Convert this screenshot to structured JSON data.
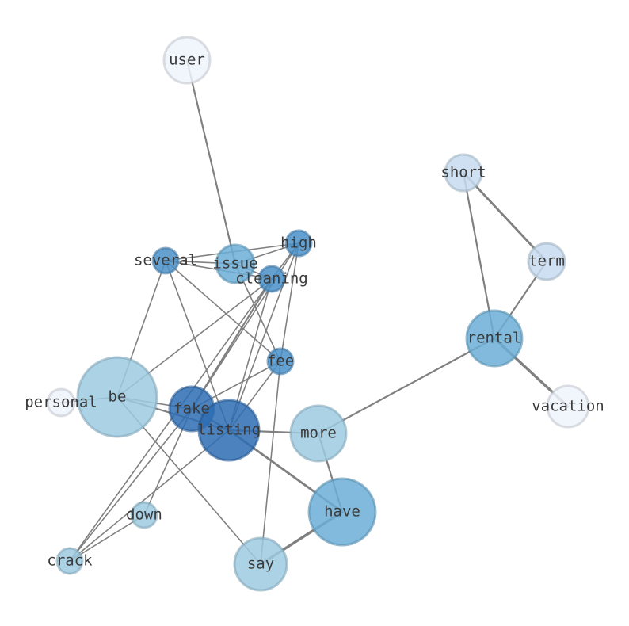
{
  "graph": {
    "nodes": [
      {
        "id": "user",
        "label": "user",
        "level": 0
      },
      {
        "id": "short",
        "label": "short",
        "level": 1
      },
      {
        "id": "term",
        "label": "term",
        "level": 1
      },
      {
        "id": "high",
        "label": "high",
        "level": 4
      },
      {
        "id": "several",
        "label": "several",
        "level": 4
      },
      {
        "id": "issue",
        "label": "issue",
        "level": 3
      },
      {
        "id": "cleaning",
        "label": "cleaning",
        "level": 4
      },
      {
        "id": "rental",
        "label": "rental",
        "level": 3
      },
      {
        "id": "fee",
        "label": "fee",
        "level": 4
      },
      {
        "id": "vacation",
        "label": "vacation",
        "level": 0
      },
      {
        "id": "personal",
        "label": "personal",
        "level": 0
      },
      {
        "id": "be",
        "label": "be",
        "level": 2
      },
      {
        "id": "fake",
        "label": "fake",
        "level": 5
      },
      {
        "id": "listing",
        "label": "listing",
        "level": 5
      },
      {
        "id": "more",
        "label": "more",
        "level": 2
      },
      {
        "id": "have",
        "label": "have",
        "level": 3
      },
      {
        "id": "down",
        "label": "down",
        "level": 2
      },
      {
        "id": "crack",
        "label": "crack",
        "level": 2
      },
      {
        "id": "say",
        "label": "say",
        "level": 2
      }
    ],
    "edges": [
      {
        "source": "user",
        "target": "issue",
        "weight": 2
      },
      {
        "source": "short",
        "target": "term",
        "weight": 3
      },
      {
        "source": "short",
        "target": "rental",
        "weight": 2
      },
      {
        "source": "term",
        "target": "rental",
        "weight": 2
      },
      {
        "source": "rental",
        "target": "vacation",
        "weight": 4
      },
      {
        "source": "rental",
        "target": "more",
        "weight": 2
      },
      {
        "source": "several",
        "target": "issue",
        "weight": 1
      },
      {
        "source": "several",
        "target": "high",
        "weight": 1
      },
      {
        "source": "several",
        "target": "cleaning",
        "weight": 1
      },
      {
        "source": "several",
        "target": "fee",
        "weight": 1
      },
      {
        "source": "several",
        "target": "be",
        "weight": 1
      },
      {
        "source": "several",
        "target": "listing",
        "weight": 1
      },
      {
        "source": "issue",
        "target": "high",
        "weight": 1
      },
      {
        "source": "issue",
        "target": "cleaning",
        "weight": 1
      },
      {
        "source": "issue",
        "target": "fee",
        "weight": 1
      },
      {
        "source": "high",
        "target": "cleaning",
        "weight": 1
      },
      {
        "source": "high",
        "target": "fee",
        "weight": 1
      },
      {
        "source": "high",
        "target": "fake",
        "weight": 1
      },
      {
        "source": "high",
        "target": "listing",
        "weight": 1
      },
      {
        "source": "cleaning",
        "target": "fake",
        "weight": 2
      },
      {
        "source": "cleaning",
        "target": "listing",
        "weight": 1
      },
      {
        "source": "cleaning",
        "target": "be",
        "weight": 1
      },
      {
        "source": "cleaning",
        "target": "crack",
        "weight": 1
      },
      {
        "source": "fee",
        "target": "listing",
        "weight": 1
      },
      {
        "source": "fee",
        "target": "fake",
        "weight": 1
      },
      {
        "source": "fee",
        "target": "say",
        "weight": 1
      },
      {
        "source": "personal",
        "target": "be",
        "weight": 1
      },
      {
        "source": "be",
        "target": "fake",
        "weight": 1
      },
      {
        "source": "be",
        "target": "listing",
        "weight": 2
      },
      {
        "source": "be",
        "target": "say",
        "weight": 1
      },
      {
        "source": "fake",
        "target": "listing",
        "weight": 2
      },
      {
        "source": "fake",
        "target": "down",
        "weight": 1
      },
      {
        "source": "fake",
        "target": "crack",
        "weight": 1
      },
      {
        "source": "listing",
        "target": "more",
        "weight": 2
      },
      {
        "source": "listing",
        "target": "have",
        "weight": 3
      },
      {
        "source": "listing",
        "target": "crack",
        "weight": 1
      },
      {
        "source": "more",
        "target": "have",
        "weight": 2
      },
      {
        "source": "have",
        "target": "say",
        "weight": 4
      },
      {
        "source": "down",
        "target": "crack",
        "weight": 1
      }
    ],
    "colors": {
      "edge": "#808080",
      "label": "#3a3a3a",
      "node_levels": [
        "#eef3fb",
        "#c5dbee",
        "#9ecae1",
        "#6baed6",
        "#4a90c8",
        "#2d6db3"
      ]
    }
  }
}
